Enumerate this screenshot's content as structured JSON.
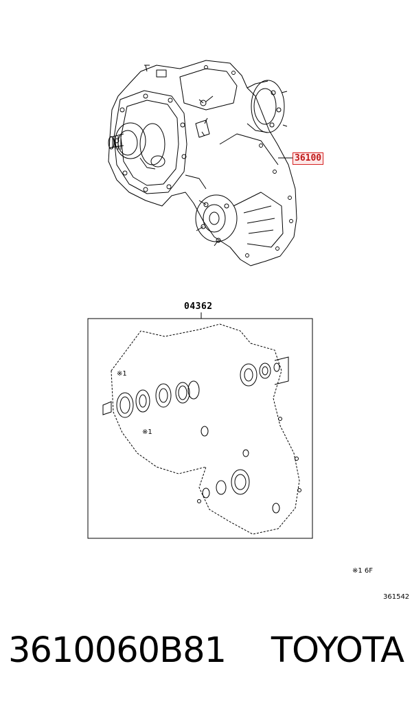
{
  "callouts": {
    "assembly": "36100",
    "gasket_kit": "04362"
  },
  "notes": {
    "mark_1": "※1",
    "mark_2": "※1",
    "legend": "※1 6F",
    "ref_code": "361542"
  },
  "footer": {
    "part_number": "3610060B81",
    "brand": "TOYOTA"
  },
  "colors": {
    "highlight_border": "#d42020",
    "highlight_fill": "#fde8e8",
    "line": "#000000"
  }
}
